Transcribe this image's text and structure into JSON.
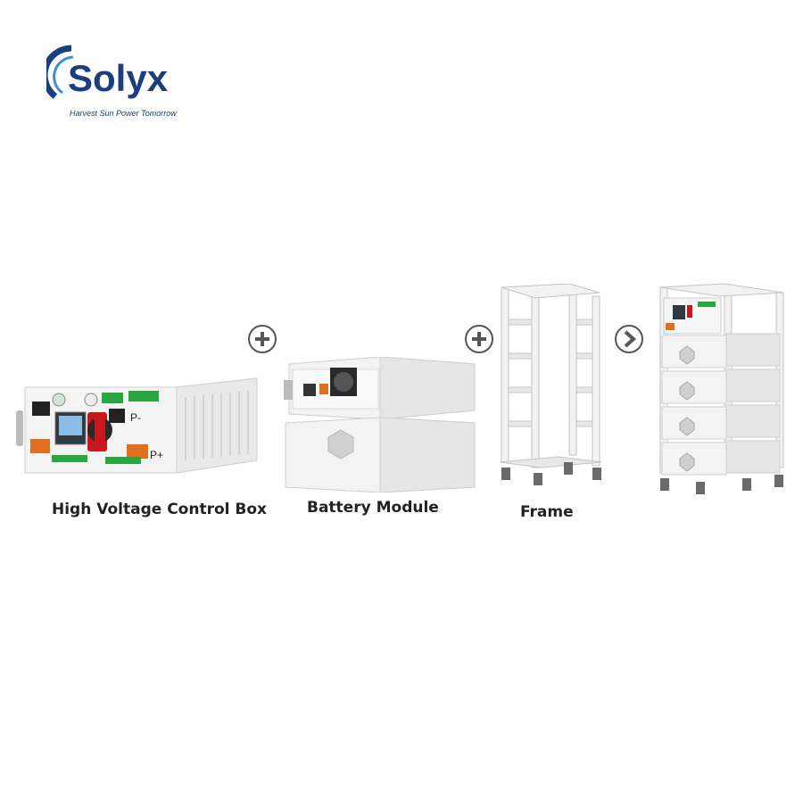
{
  "brand": {
    "name": "Solyx",
    "tagline": "Harvest Sun  Power Tomorrow",
    "color": "#1a3e7e"
  },
  "products": [
    {
      "caption": "High Voltage Control Box",
      "icon": "control-box"
    },
    {
      "caption": "Battery Module",
      "icon": "battery-module"
    },
    {
      "caption": "Frame",
      "icon": "rack-frame"
    },
    {
      "caption": "",
      "icon": "assembled-battery-tower"
    }
  ],
  "control_box_labels": {
    "p_minus": "P-",
    "p_plus": "P+"
  },
  "operators": [
    "plus-icon",
    "plus-icon",
    "arrow-right-icon"
  ]
}
